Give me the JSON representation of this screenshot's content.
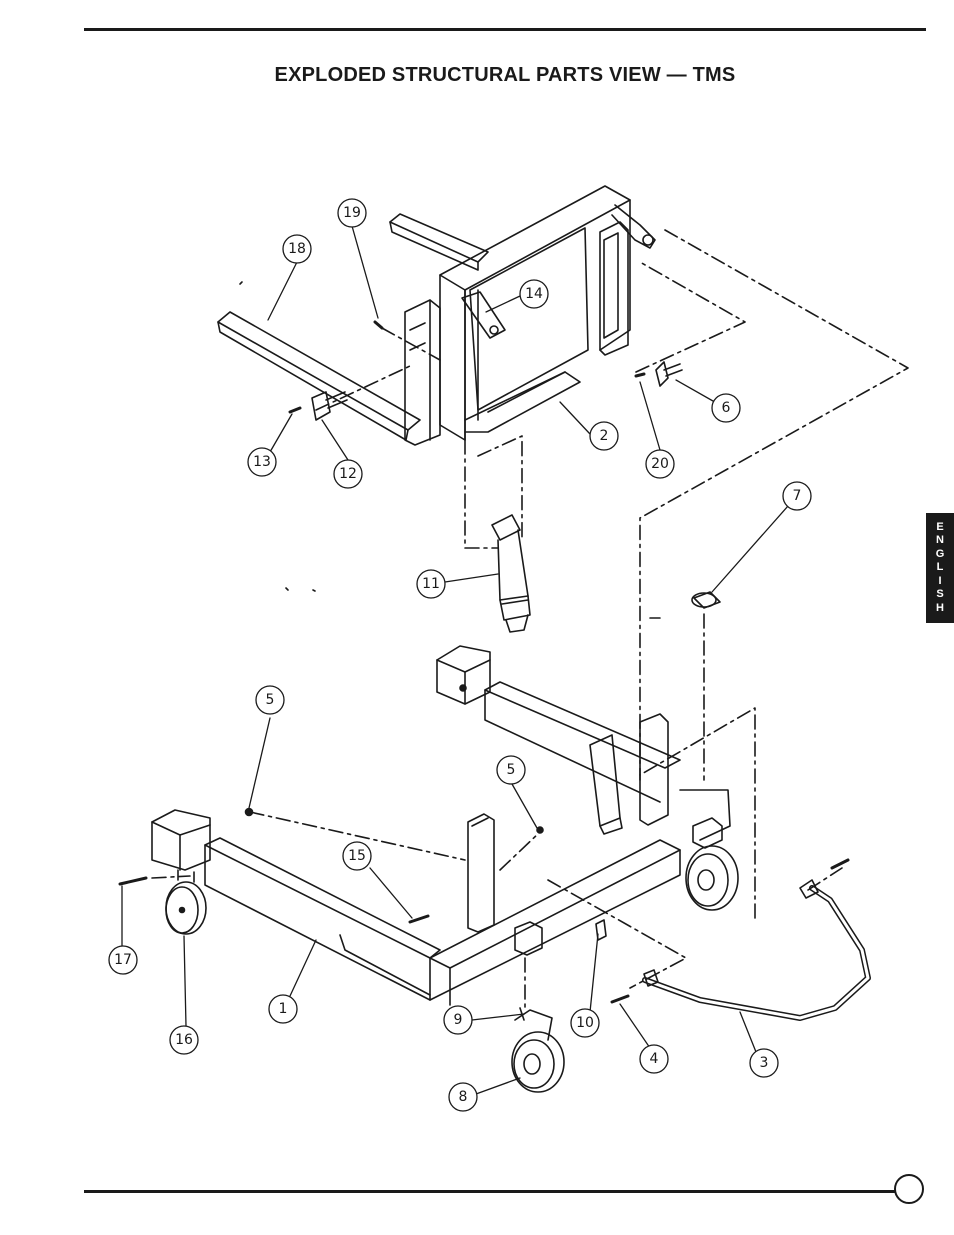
{
  "header": {
    "title": "EXPLODED STRUCTURAL PARTS VIEW  — TMS"
  },
  "side_tab": {
    "letters": [
      "E",
      "N",
      "G",
      "L",
      "I",
      "S",
      "H"
    ]
  },
  "callouts": {
    "c1": "1",
    "c2": "2",
    "c3": "3",
    "c4": "4",
    "c5a": "5",
    "c5b": "5",
    "c6": "6",
    "c7": "7",
    "c8": "8",
    "c9": "9",
    "c10": "10",
    "c11": "11",
    "c12": "12",
    "c13": "13",
    "c14": "14",
    "c15": "15",
    "c16": "16",
    "c17": "17",
    "c18": "18",
    "c19": "19",
    "c20": "20"
  }
}
